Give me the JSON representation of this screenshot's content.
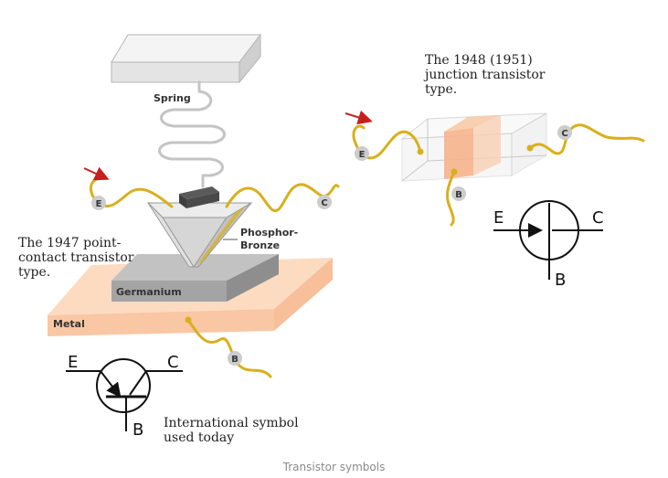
{
  "labels": {
    "spring": "Spring",
    "phosphor_bronze_1": "Phosphor-",
    "phosphor_bronze_2": "Bronze",
    "germanium": "Germanium",
    "metal": "Metal",
    "pc_desc_1": "The 1947 point-",
    "pc_desc_2": "contact transistor",
    "pc_desc_3": "type.",
    "jt_desc_1": "The 1948 (1951)",
    "jt_desc_2": "junction transistor",
    "jt_desc_3": "type.",
    "intl_1": "International symbol",
    "intl_2": "used today"
  },
  "terminals": {
    "emitter": "E",
    "collector": "C",
    "base": "B"
  },
  "caption": "Transistor symbols",
  "colors": {
    "wire": "#d8b01c",
    "arrow": "#c81e1e",
    "metal": "#fbc9a4",
    "germanium": "#a8a8a8",
    "badge": "#cccccc",
    "junction_base": "#f6b48c"
  }
}
